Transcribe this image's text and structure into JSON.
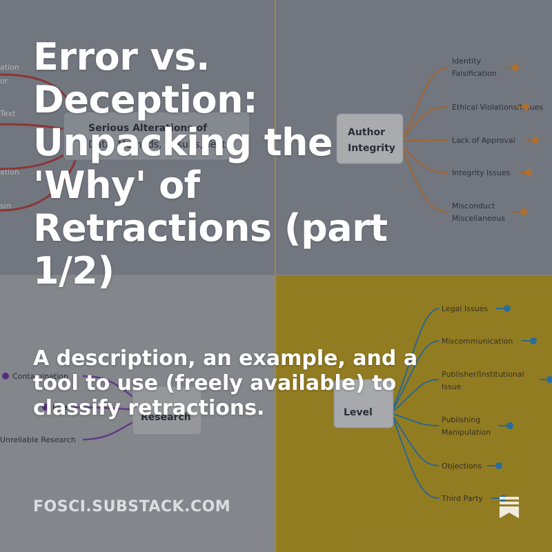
{
  "title": "Error vs. Deception: Unpacking the 'Why' of Retractions (part 1/2)",
  "subtitle": "A description, an example, and a tool to use (freely available) to classify retractions.",
  "site": "FOSCI.SUBSTACK.COM",
  "icons": {
    "bookmark": "bookmark-icon"
  },
  "colors": {
    "panel_gray": "#8d929a",
    "panel_light": "#a4a6aa",
    "panel_yellow": "#b99a1a",
    "orange": "#e07b27",
    "blue": "#2a86c8",
    "purple": "#7b3fa8",
    "red": "#b83434"
  },
  "background": {
    "top_left": {
      "node_line1": "Serious Alterations of",
      "node_line2": "Data, Methods, Results, Text",
      "labels": [
        "ation",
        "or",
        "Text",
        "ation",
        "sm"
      ]
    },
    "top_right": {
      "node_line1": "Author",
      "node_line2": "Integrity",
      "branches": [
        "Identity",
        "Falsification",
        "Ethical Violations/Issues",
        "Lack of Approval",
        "Integrity Issues",
        "Misconduct",
        "Miscellaneous"
      ]
    },
    "bottom_left": {
      "node": "Research",
      "branches": [
        "Contamination",
        "Error",
        "Unreliable Research"
      ]
    },
    "bottom_right": {
      "node": "Level",
      "branches": [
        "Legal Issues",
        "Miscommunication",
        "Publisher/Institutional",
        "Issue",
        "Publishing",
        "Manipulation",
        "Objections",
        "Third Party"
      ]
    }
  }
}
